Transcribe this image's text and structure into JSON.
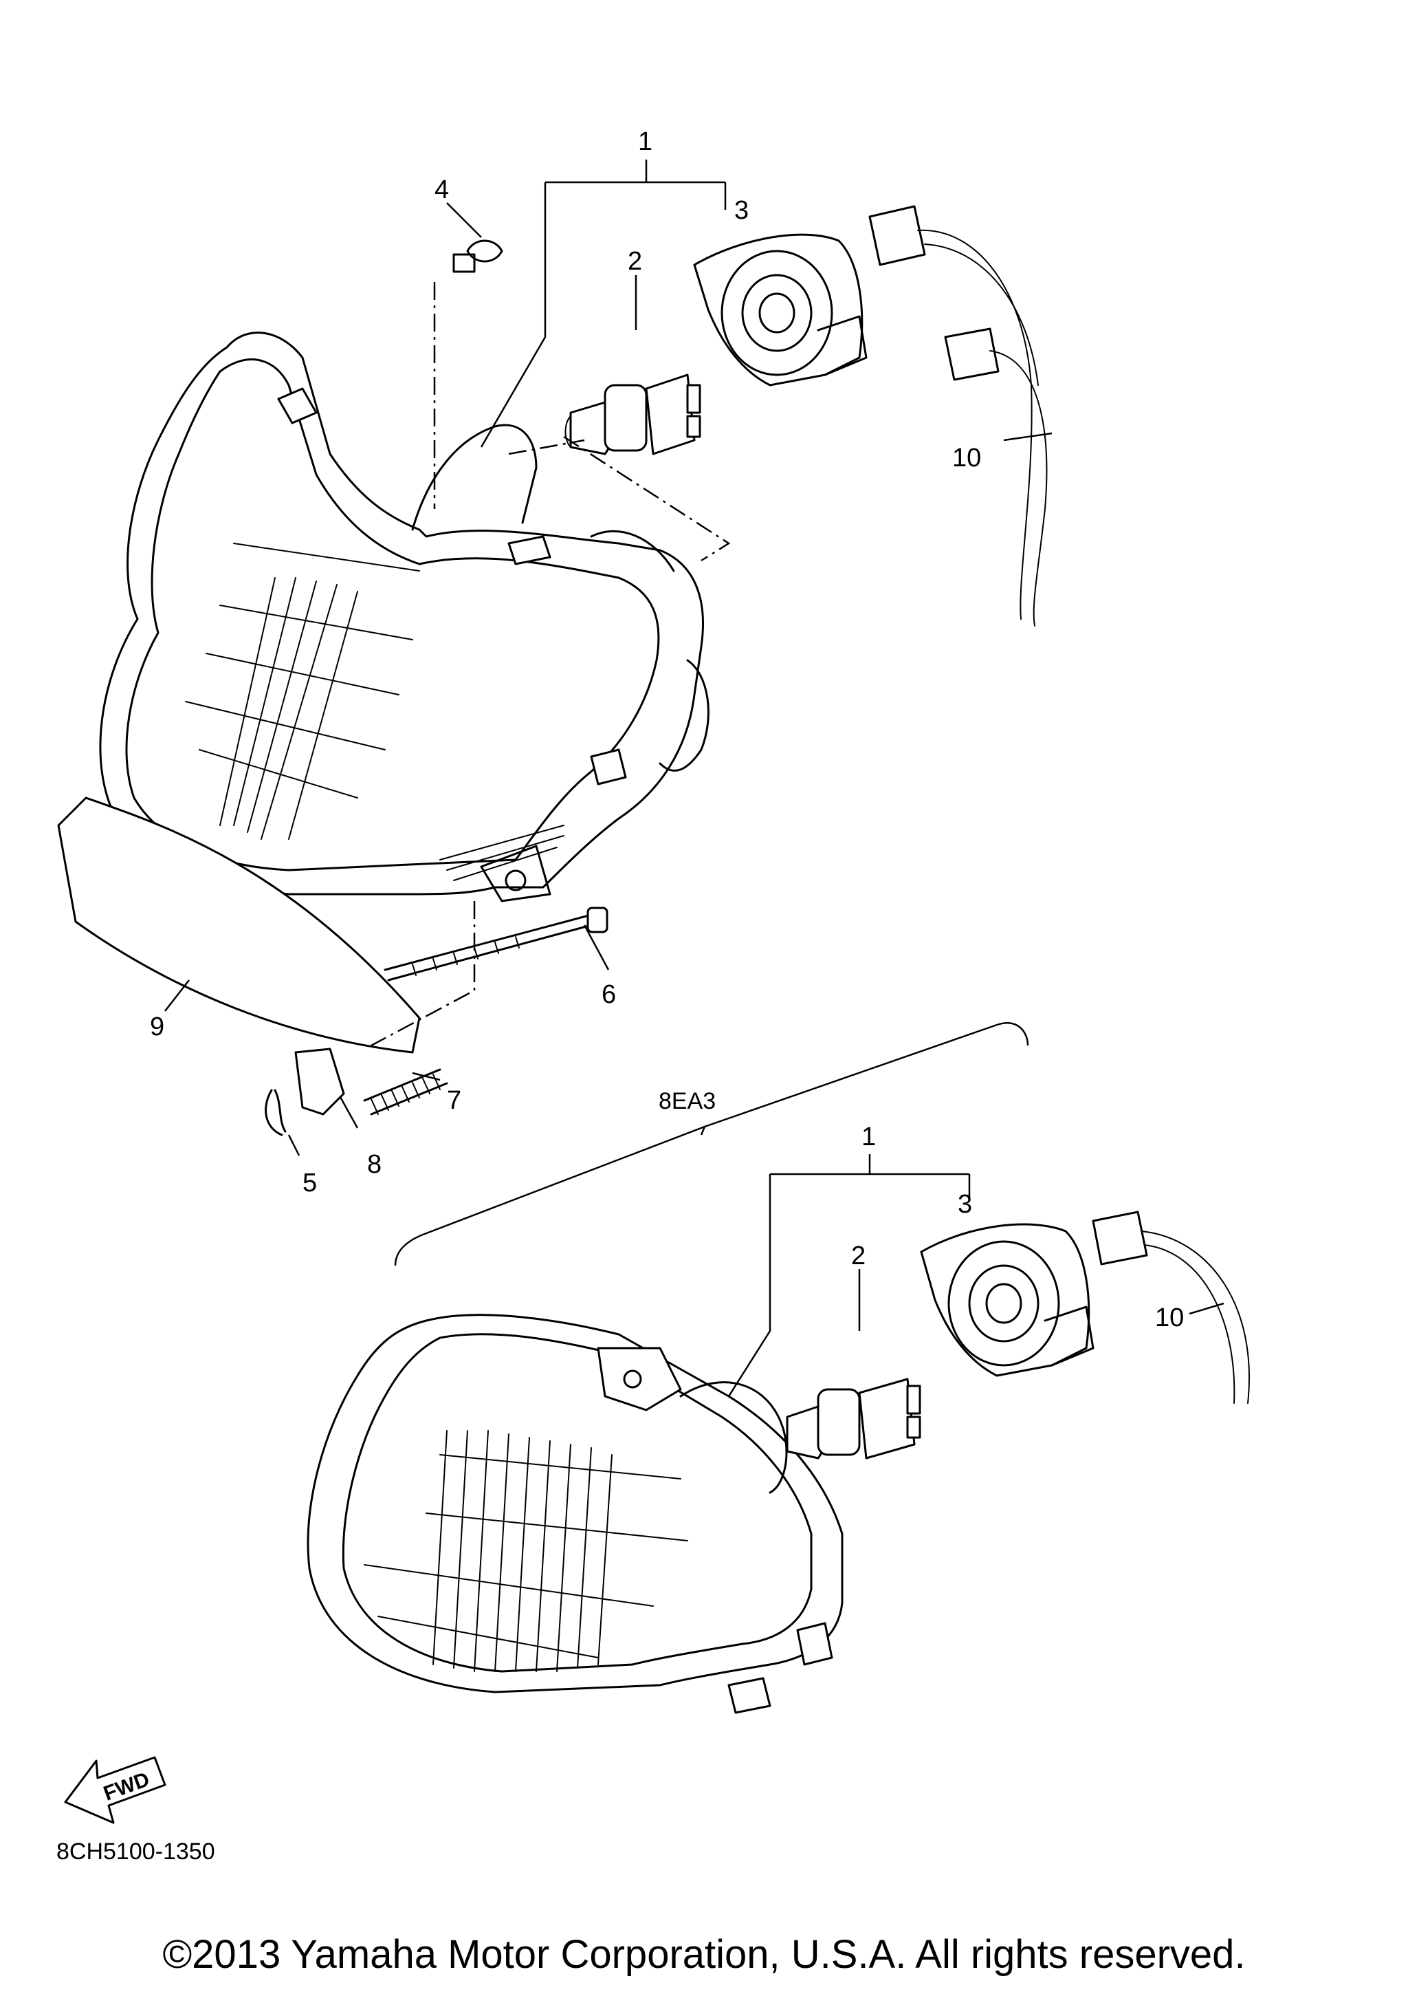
{
  "diagram": {
    "callouts_upper": {
      "p1": "1",
      "p2": "2",
      "p3": "3",
      "p4": "4",
      "p5": "5",
      "p6": "6",
      "p7": "7",
      "p8": "8",
      "p9": "9",
      "p10": "10"
    },
    "variant_code": "8EA3",
    "callouts_lower": {
      "p1": "1",
      "p2": "2",
      "p3": "3",
      "p10": "10"
    },
    "fwd_label": "FWD",
    "diagram_code": "8CH5100-1350"
  },
  "copyright": "©2013 Yamaha Motor Corporation, U.S.A. All rights reserved."
}
